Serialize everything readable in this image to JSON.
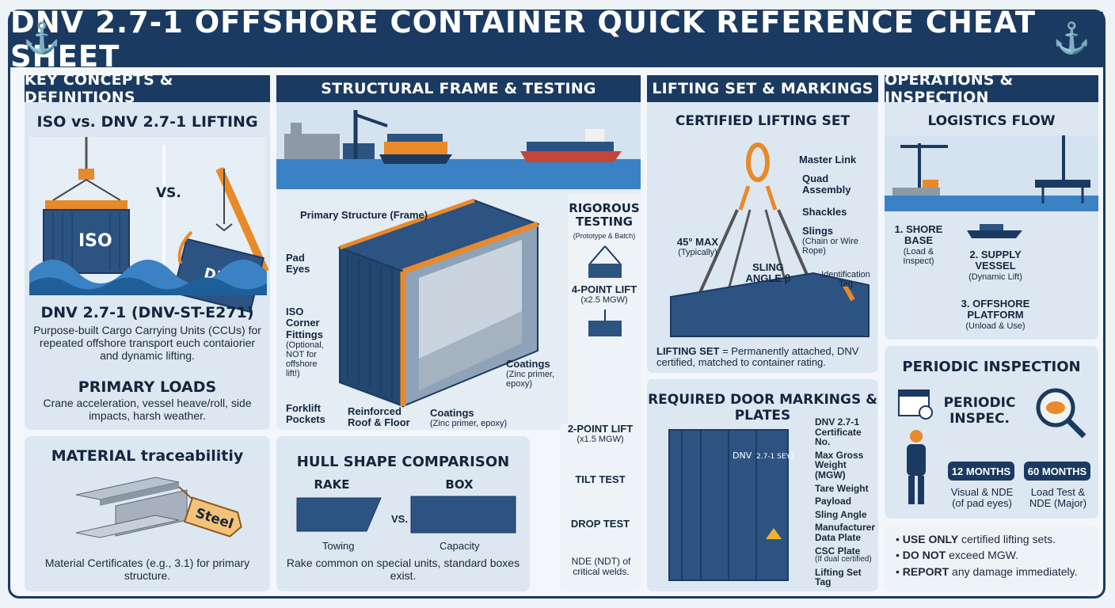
{
  "title": "DNV 2.7-1 OFFSHORE CONTAINER QUICK REFERENCE CHEAT SHEET",
  "col1": {
    "heading": "KEY CONCEPTS & DEFINITIONS",
    "iso_title": "ISO vs. DNV 2.7-1 LIFTING",
    "iso_label": "ISO",
    "vs": "VS.",
    "dnv_label": "DNV",
    "std_title": "DNV 2.7-1 (DNV-ST-E271)",
    "std_text": "Purpose-built Cargo Carrying Units (CCUs) for repeated offshore transport euch contaiorier and dynamic lifting.",
    "loads_title": "PRIMARY LOADS",
    "loads_text": "Crane acceleration, vessel heave/roll, side impacts, harsh weather.",
    "material_title": "MATERIAL traceabilitiy",
    "steel_tag": "Steel",
    "material_text": "Material Certificates (e.g., 3.1) for primary structure."
  },
  "col2": {
    "heading": "STRUCTURAL FRAME & TESTING",
    "primary": "Primary Structure (Frame)",
    "pad_eyes": "Pad Eyes",
    "iso_corner": "ISO Corner Fittings",
    "iso_corner_note": "(Optional, NOT for offshore lift!)",
    "forklift": "Forklift Pockets",
    "reinforced": "Reinforced Roof & Floor",
    "coatings": "Coatings",
    "coatings_note": "(Zinc primer, epoxy)",
    "coatings2": "Coatings",
    "coatings2_note": "(Zinc primer, epoxy)",
    "testing_title": "RIGOROUS TESTING",
    "testing_sub": "(Prototype & Batch)",
    "test1": "4-POINT LIFT",
    "test1_note": "(x2.5 MGW)",
    "test2": "2-POINT LIFT",
    "test2_note": "(x1.5 MGW)",
    "test3": "TILT TEST",
    "test4": "DROP TEST",
    "test5": "NDE (NDT) of critical welds.",
    "hull_title": "HULL SHAPE COMPARISON",
    "rake": "RAKE",
    "box": "BOX",
    "vs": "VS.",
    "towing": "Towing",
    "capacity": "Capacity",
    "hull_text": "Rake common on special units, standard boxes exist."
  },
  "col3": {
    "heading": "LIFTING SET & MARKINGS",
    "set_title": "CERTIFIED LIFTING SET",
    "master_link": "Master Link",
    "quad": "Quad Assembly",
    "shackles": "Shackles",
    "slings": "Slings",
    "slings_note": "(Chain or Wire Rope)",
    "angle_max": "45° MAX",
    "angle_note": "(Typically)",
    "sling_angle": "SLING ANGLE β",
    "id_tag": "Identification Tag",
    "set_def_bold": "LIFTING SET",
    "set_def": " = Permanently attached, DNV certified, matched to container rating.",
    "door_title": "REQUIRED DOOR MARKINGS & PLATES",
    "m1": "DNV 2.7-1 Certificate No.",
    "m2": "Max Gross Weight (MGW)",
    "m3": "Tare Weight",
    "m4": "Payload",
    "m5": "Sling Angle",
    "m6": "Manufacturer Data Plate",
    "m7": "CSC Plate",
    "m7_note": "(If dual certified)",
    "m8": "Lifting Set Tag",
    "door_dnv": "DNV",
    "door_code": "2.7-1 SEY1"
  },
  "col4": {
    "heading": "OPERATIONS & INSPECTION",
    "flow_title": "LOGISTICS FLOW",
    "s1": "1. SHORE BASE",
    "s1_note": "(Load & Inspect)",
    "s2": "2. SUPPLY VESSEL",
    "s2_note": "(Dynamic Lift)",
    "s3": "3. OFFSHORE PLATFORM",
    "s3_note": "(Unload & Use)",
    "insp_title": "PERIODIC INSPECTION",
    "insp_sub": "PERIODIC INSPEC.",
    "p1": "12 MONTHS",
    "p1_note": "Visual & NDE (of pad eyes)",
    "p2": "60 MONTHS",
    "p2_note": "Load Test & NDE (Major)",
    "rules": [
      {
        "bold": "USE ONLY",
        "rest": " certified lifting sets."
      },
      {
        "bold": "DO NOT",
        "rest": " exceed MGW."
      },
      {
        "bold": "REPORT",
        "rest": " any damage immediately."
      }
    ]
  },
  "colors": {
    "navy": "#1b3a61",
    "container": "#2c5382",
    "accent": "#e8892a",
    "sea": "#3b82c4"
  }
}
